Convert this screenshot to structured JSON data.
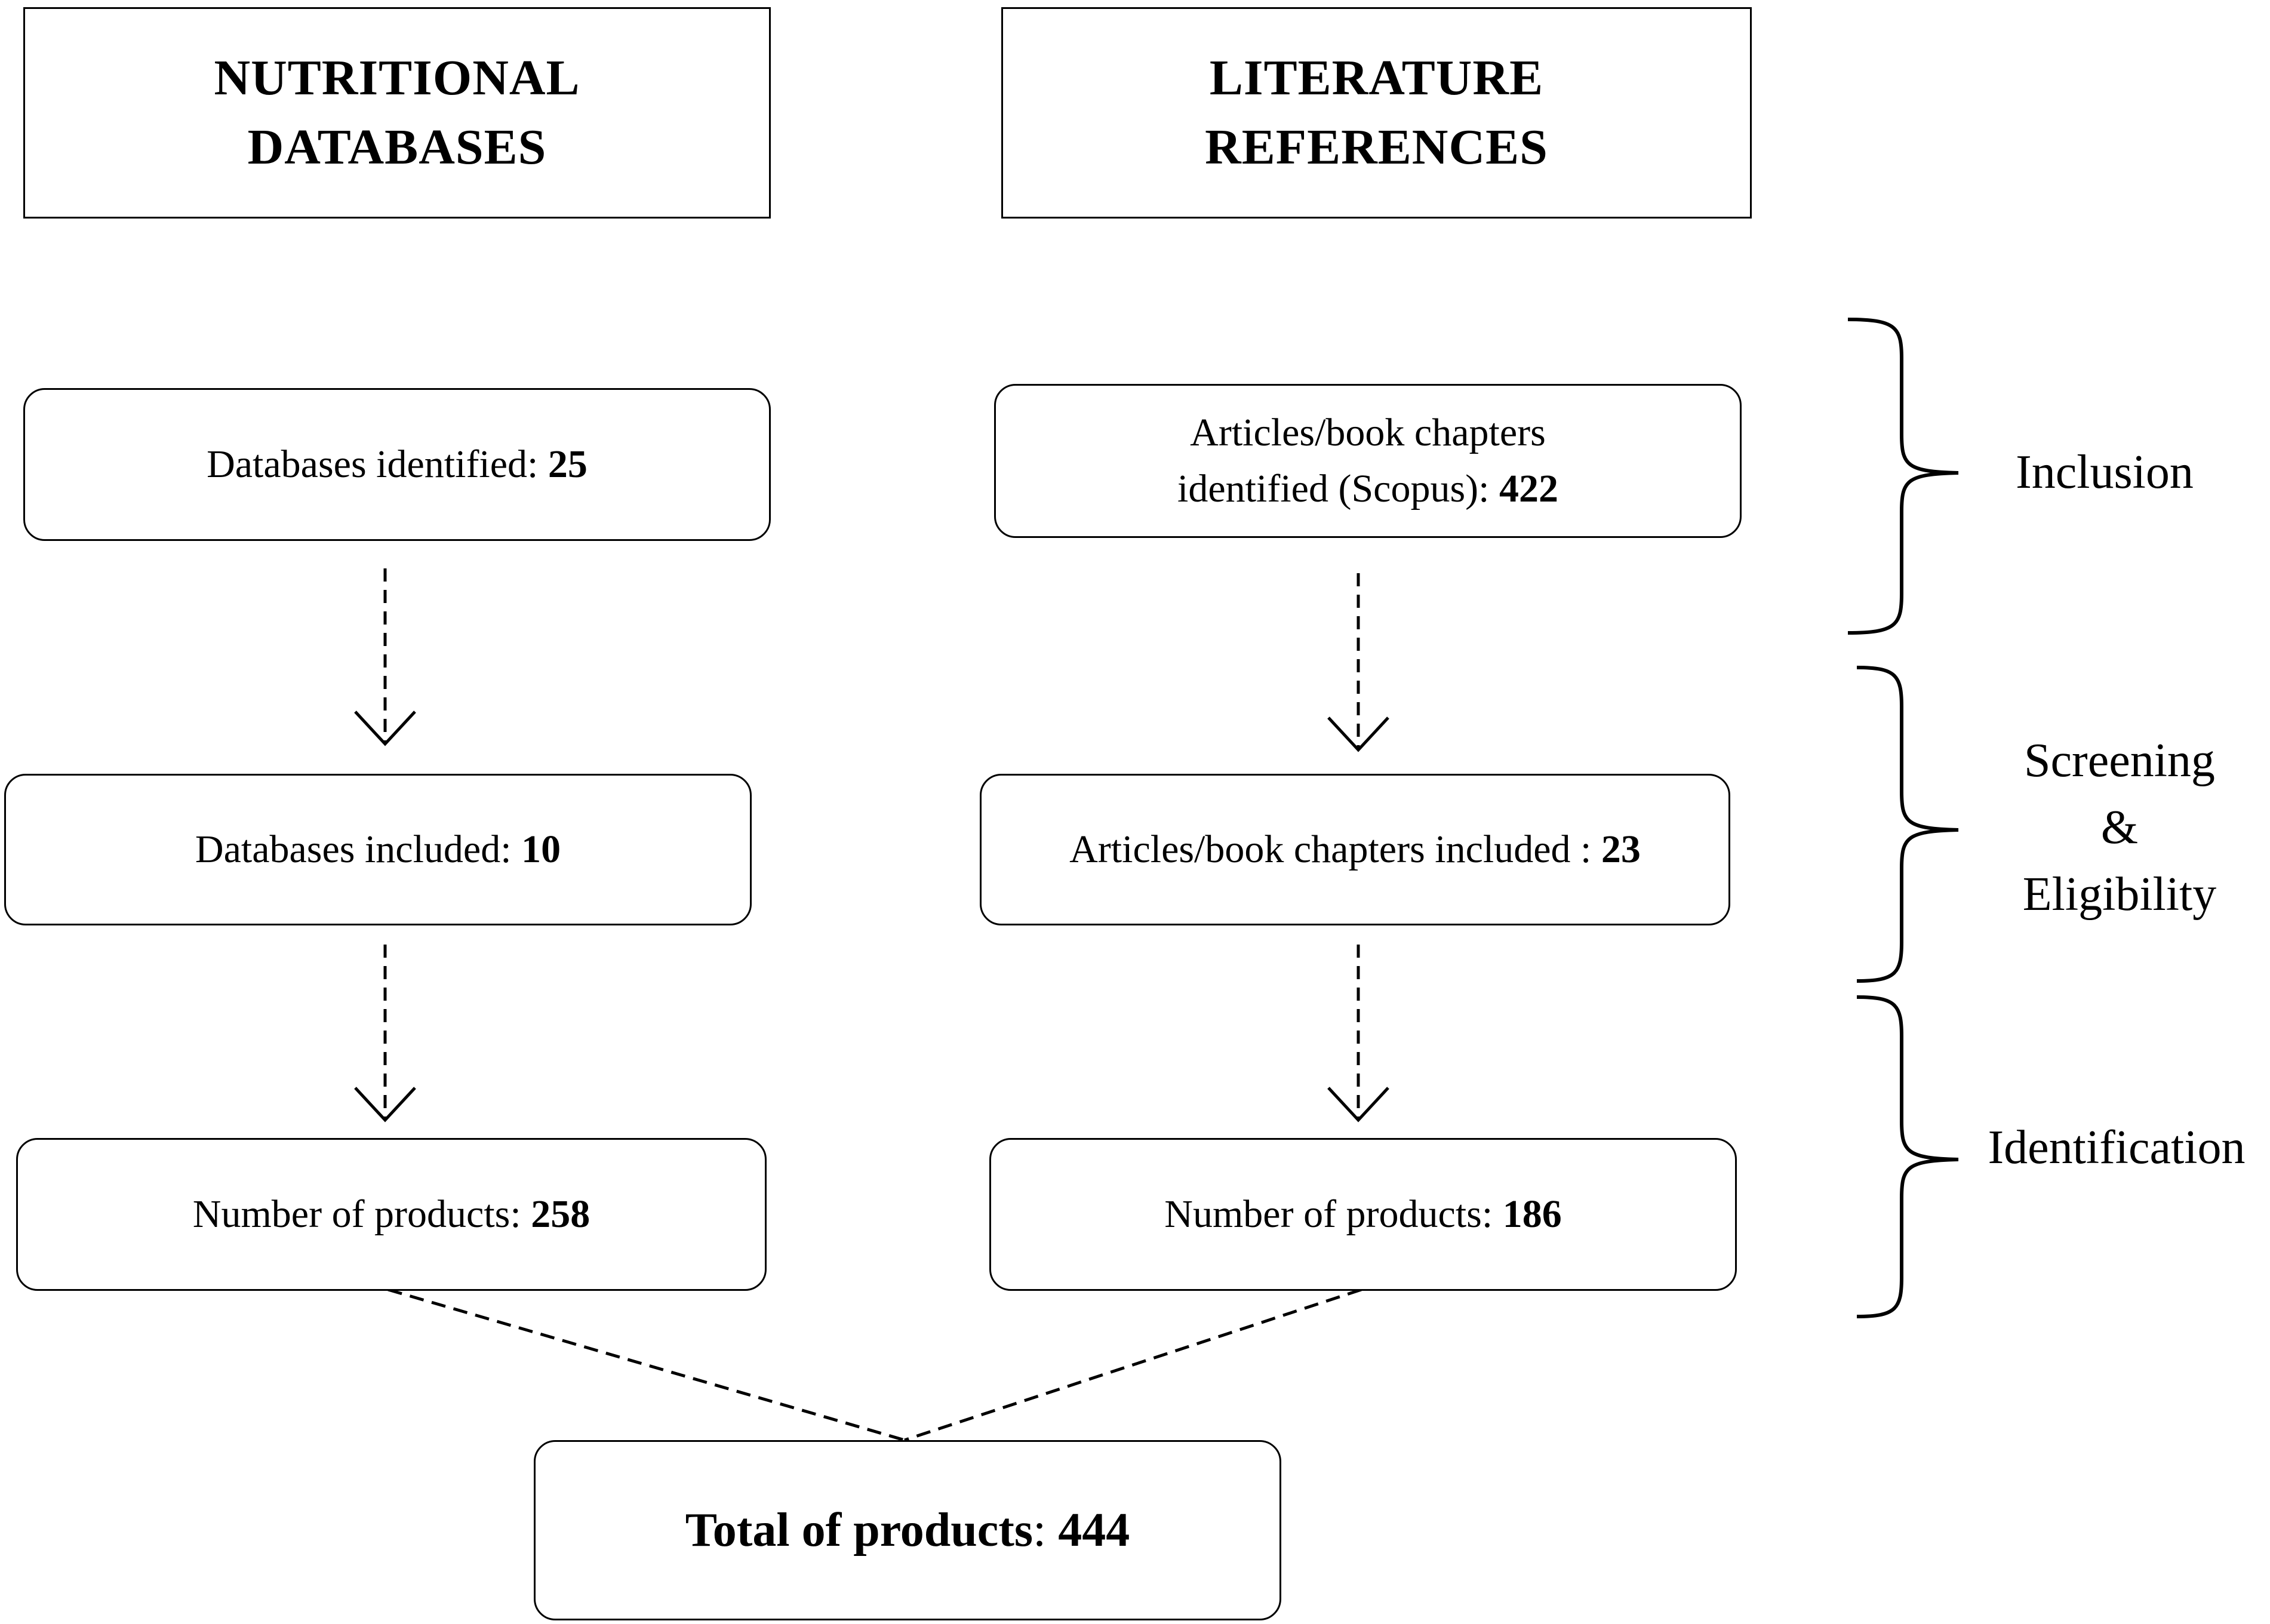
{
  "headers": {
    "left": {
      "line1": "NUTRITIONAL",
      "line2": "DATABASES"
    },
    "right": {
      "line1": "LITERATURE",
      "line2": "REFERENCES"
    }
  },
  "left_column": {
    "identified": {
      "label": "Databases identified: ",
      "value": "25"
    },
    "included": {
      "label": "Databases included: ",
      "value": "10"
    },
    "products": {
      "label": "Number of products: ",
      "value": "258"
    }
  },
  "right_column": {
    "identified": {
      "line1": "Articles/book chapters",
      "line2_label": "identified (Scopus): ",
      "value": "422"
    },
    "included": {
      "label": "Articles/book chapters included : ",
      "value": "23"
    },
    "products": {
      "label": "Number of products: ",
      "value": "186"
    }
  },
  "total": {
    "label": "Total of products",
    "separator": ": ",
    "value": "444"
  },
  "stages": {
    "inclusion": "Inclusion",
    "screening": {
      "line1": "Screening",
      "line2": "&",
      "line3": "Eligibility"
    },
    "identification": "Identification"
  }
}
